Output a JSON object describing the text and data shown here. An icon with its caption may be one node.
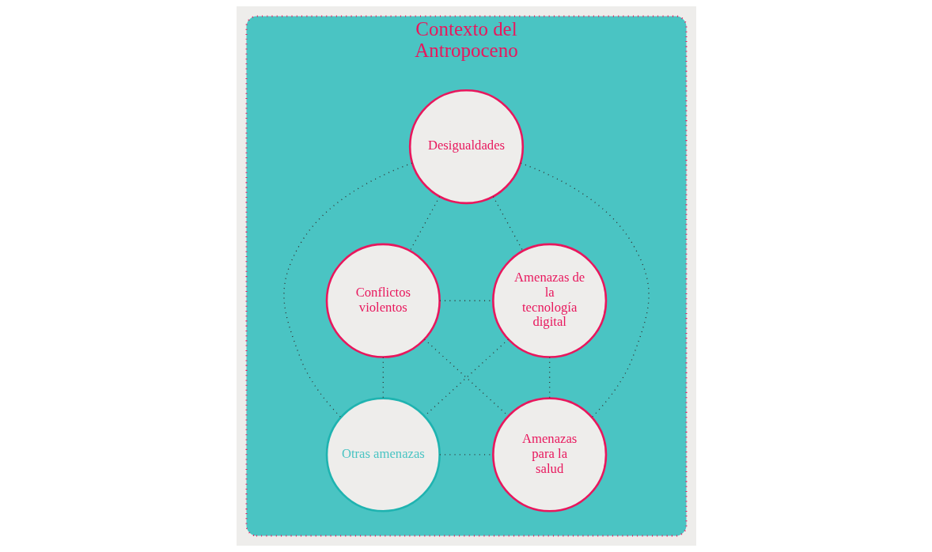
{
  "diagram": {
    "nodes": [
      {
        "text": [
          "Contexto del Antropoceno"
        ]
      },
      {
        "text": [
          "Desigualdades"
        ],
        "in": 0
      },
      {
        "text": [
          "Conflictos violentos"
        ],
        "in": 0
      },
      {
        "text": [
          "Amenazas de la tecnología digital"
        ],
        "in": 0
      },
      {
        "text": [
          "Otras amenazas"
        ],
        "in": 0
      },
      {
        "text": [
          "Amenazas para la salud"
        ],
        "in": 0
      }
    ],
    "edges": [
      {
        "from": 1,
        "to": 2,
        "arrow": "none",
        "style": "dashed"
      },
      {
        "from": 1,
        "to": 3,
        "arrow": "none",
        "style": "dashed"
      },
      {
        "from": 1,
        "to": 4,
        "arrow": "none",
        "style": "dashed"
      },
      {
        "from": 1,
        "to": 5,
        "arrow": "none",
        "style": "dashed"
      },
      {
        "from": 2,
        "to": 3,
        "arrow": "none",
        "style": "dashed"
      },
      {
        "from": 2,
        "to": 4,
        "arrow": "none",
        "style": "dashed"
      },
      {
        "from": 2,
        "to": 5,
        "arrow": "none",
        "style": "dashed"
      },
      {
        "from": 3,
        "to": 4,
        "arrow": "none",
        "style": "dashed"
      },
      {
        "from": 3,
        "to": 5,
        "arrow": "none",
        "style": "dashed"
      },
      {
        "from": 4,
        "to": 5,
        "arrow": "none",
        "style": "dashed"
      }
    ]
  }
}
